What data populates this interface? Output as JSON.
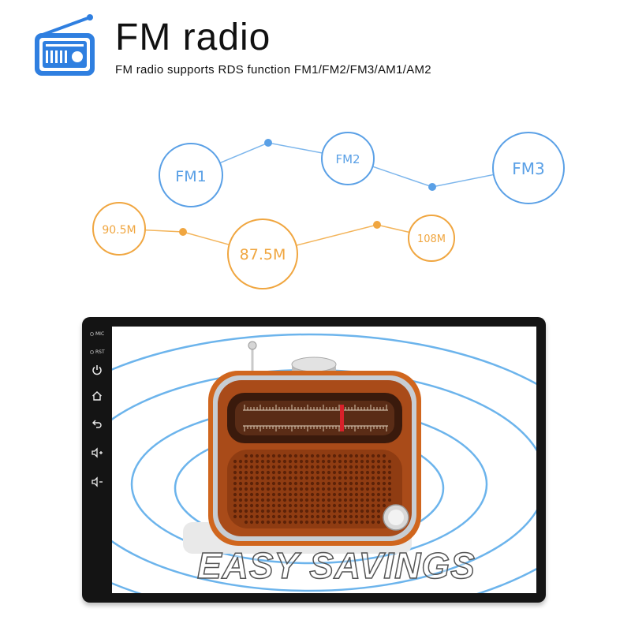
{
  "header": {
    "title": "FM radio",
    "subtitle": "FM radio supports RDS function FM1/FM2/FM3/AM1/AM2",
    "logo_icon": "radio-icon",
    "accent_color": "#2f7fe0"
  },
  "bands": {
    "color": "#5aa0e6",
    "items": [
      "FM1",
      "FM2",
      "FM3"
    ]
  },
  "frequencies": {
    "color": "#f0a640",
    "items": [
      "90.5M",
      "87.5M",
      "108M"
    ]
  },
  "device": {
    "side_labels": [
      "MIC",
      "RST"
    ],
    "side_buttons": [
      "power-icon",
      "home-icon",
      "back-icon",
      "volume-up-icon",
      "volume-down-icon"
    ],
    "screen_content": "retro-radio-image"
  },
  "watermark": "EASY SAVINGS"
}
